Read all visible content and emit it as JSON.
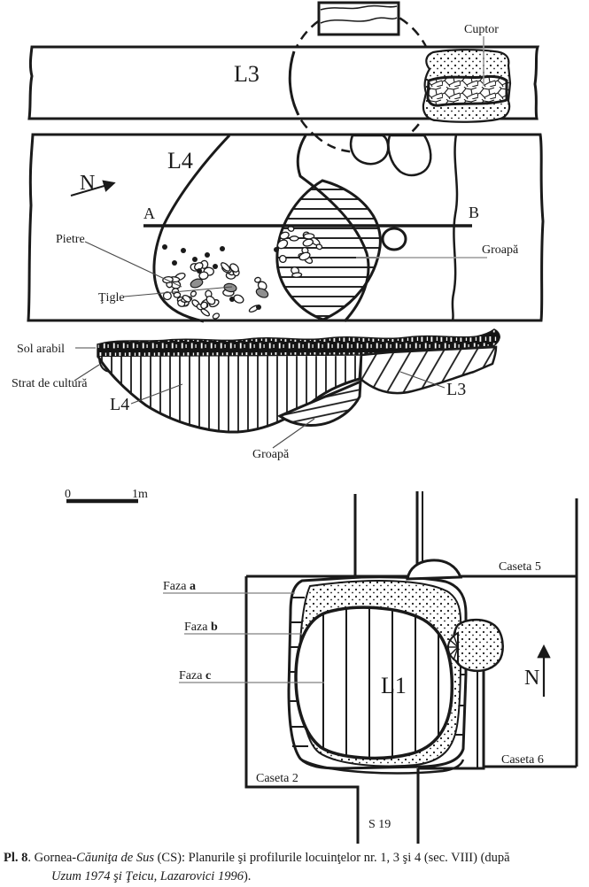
{
  "figure": {
    "plan_top": {
      "dwelling": "L3",
      "oven": "Cuptor"
    },
    "plan_middle": {
      "dwelling": "L4",
      "north": "N",
      "section_a": "A",
      "section_b": "B",
      "stones": "Pietre",
      "tiles": "Ţigle",
      "pit": "Groapă"
    },
    "profile": {
      "topsoil": "Sol arabil",
      "culture_layer": "Strat de cultură",
      "dwelling4": "L4",
      "dwelling3": "L3",
      "pit": "Groapă"
    },
    "scale": {
      "zero": "0",
      "one_meter": "1m"
    },
    "plan_bottom": {
      "dwelling": "L1",
      "north": "N",
      "phase_a": {
        "prefix": "Faza ",
        "letter": "a"
      },
      "phase_b": {
        "prefix": "Faza ",
        "letter": "b"
      },
      "phase_c": {
        "prefix": "Faza ",
        "letter": "c"
      },
      "caseta_5": "Caseta 5",
      "caseta_6": "Caseta 6",
      "caseta_2": "Caseta 2",
      "trench_s19": "S 19"
    },
    "caption": {
      "bold_label": "Pl. 8",
      "sep": ".  ",
      "text_1": "Gornea-",
      "italic_1": "Căuniţa de Sus",
      "text_2": " (CS): Planurile şi profilurile locuinţelor nr. 1, 3 şi  4 (sec. VIII) (după",
      "italic_2": "Uzum 1974 şi Ţeicu, Lazarovici 1996",
      "text_3": ")."
    },
    "colors": {
      "ink": "#1a1a1a",
      "leader_gray": "#9a9a9a",
      "tile_gray": "#8f8f8f",
      "background": "#ffffff"
    }
  }
}
